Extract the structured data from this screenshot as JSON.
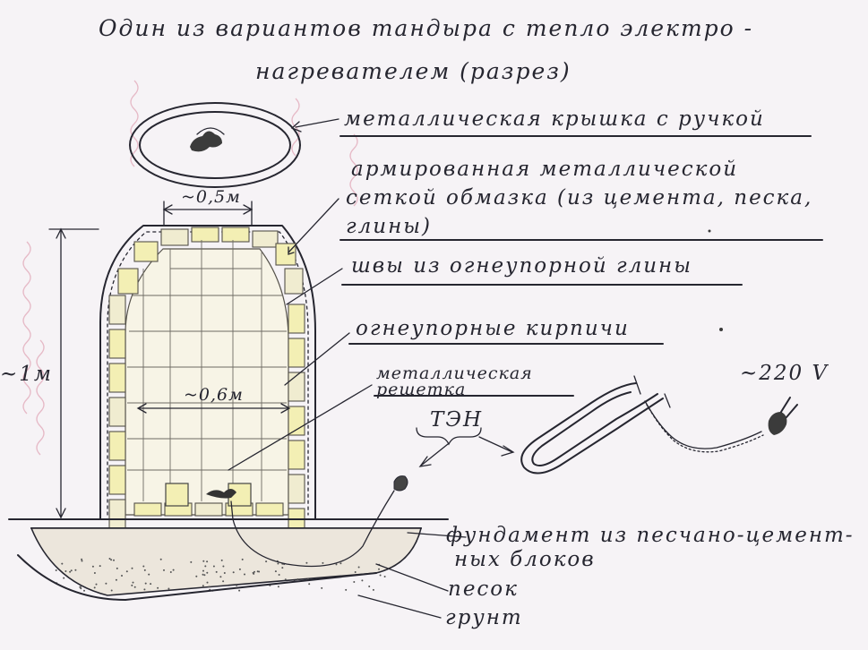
{
  "title": {
    "line1": "Один из вариантов тандыра с тепло электро -",
    "line2": "нагревателем (разрез)"
  },
  "labels": {
    "lid": "металлическая крышка с ручкой",
    "coating_line1": "армированная металлической",
    "coating_line2": "сеткой обмазка (из цемента, песка,",
    "coating_line3": "глины)",
    "seams": "швы из огнеупорной глины",
    "bricks": "огнеупорные кирпичи",
    "grate_line1": "металлическая",
    "grate_line2": "решетка",
    "heater": "ТЭН",
    "voltage": "~220 V",
    "foundation_line1": "фундамент из песчано-цемент-",
    "foundation_line2": "ных блоков",
    "sand": "песок",
    "soil": "грунт"
  },
  "dimensions": {
    "top_width": "~0,5м",
    "inner_width": "~0,6м",
    "height": "~1м"
  },
  "colors": {
    "ink": "#262630",
    "brick": "#f3efb4",
    "paper": "#f6f3f6",
    "block": "#cbc8cd"
  }
}
